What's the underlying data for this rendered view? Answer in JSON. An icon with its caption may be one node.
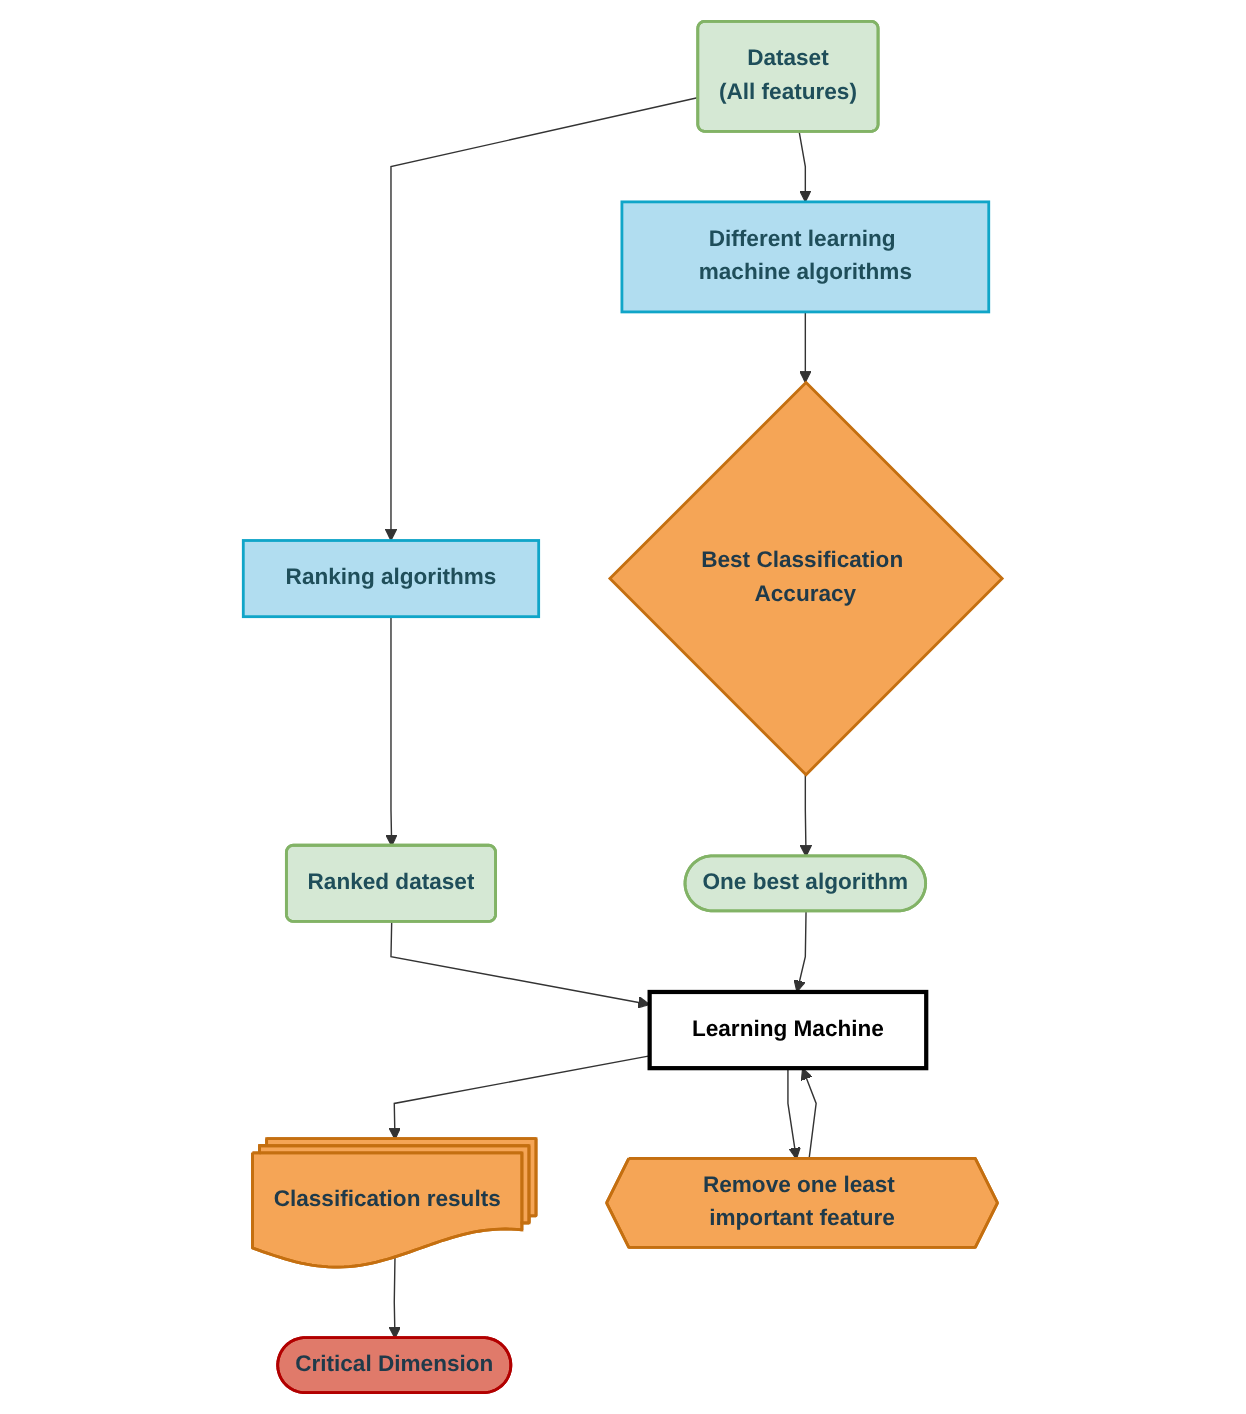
{
  "diagram": {
    "nodes": [
      {
        "text": [
          "Dataset",
          "(All features)"
        ]
      },
      {
        "text": [
          "Different learning machine algorithms"
        ]
      },
      {
        "text": [
          "Ranking algorithms"
        ]
      },
      {
        "text": [
          "Classification results"
        ]
      },
      {
        "text": [
          "Best Classification Accuracy"
        ]
      },
      {
        "text": [
          "Ranked dataset"
        ]
      },
      {
        "text": [
          "Critical Dimension"
        ]
      },
      {
        "text": [
          "Learning Machine"
        ]
      },
      {
        "text": [
          "One best algorithm"
        ]
      },
      {
        "text": [
          "Remove one least important feature"
        ]
      }
    ],
    "edges": [
      {
        "from": 0,
        "to": 1,
        "arrow": "to"
      },
      {
        "from": 0,
        "to": 2,
        "arrow": "to"
      },
      {
        "from": 1,
        "to": 4,
        "arrow": "to"
      },
      {
        "from": 2,
        "to": 5,
        "arrow": "to"
      },
      {
        "from": 4,
        "to": 8,
        "arrow": "to"
      },
      {
        "from": 5,
        "to": 7,
        "arrow": "to"
      },
      {
        "from": 8,
        "to": 7,
        "arrow": "to"
      },
      {
        "from": 7,
        "to": 3,
        "arrow": "to"
      },
      {
        "from": 3,
        "to": 6,
        "arrow": "to"
      },
      {
        "from": 7,
        "to": 9,
        "arrow": "to"
      },
      {
        "from": 9,
        "to": 7,
        "arrow": "to"
      }
    ]
  }
}
